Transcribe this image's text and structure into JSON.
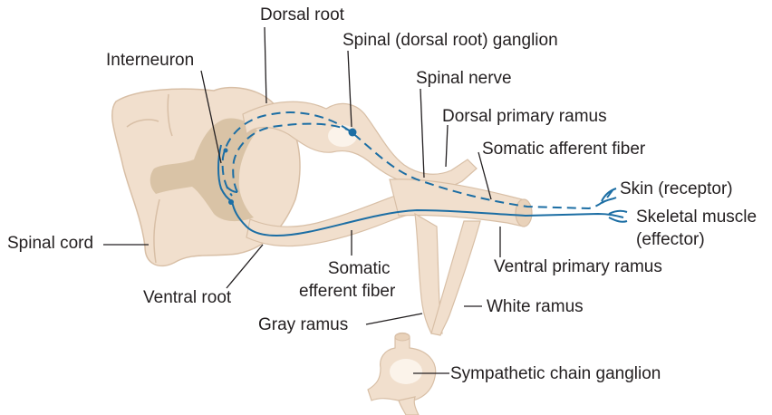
{
  "labels": {
    "dorsal_root": "Dorsal root",
    "spinal_ganglion": "Spinal (dorsal root) ganglion",
    "interneuron": "Interneuron",
    "spinal_nerve": "Spinal nerve",
    "dorsal_primary_ramus": "Dorsal primary ramus",
    "somatic_afferent_fiber": "Somatic afferent fiber",
    "skin_receptor": "Skin (receptor)",
    "skeletal_muscle": "Skeletal muscle",
    "effector": "(effector)",
    "spinal_cord": "Spinal cord",
    "somatic_efferent_1": "Somatic",
    "somatic_efferent_2": "efferent fiber",
    "ventral_root": "Ventral root",
    "ventral_primary_ramus": "Ventral primary ramus",
    "white_ramus": "White ramus",
    "gray_ramus": "Gray ramus",
    "sympathetic_chain_ganglion": "Sympathetic chain ganglion"
  },
  "colors": {
    "tissue": "#f1dfcd",
    "tissue_outline": "#d8bfa6",
    "gray_matter": "#d9c3a6",
    "nerve_fiber": "#1c6ea4",
    "leader_line": "#231f20"
  }
}
